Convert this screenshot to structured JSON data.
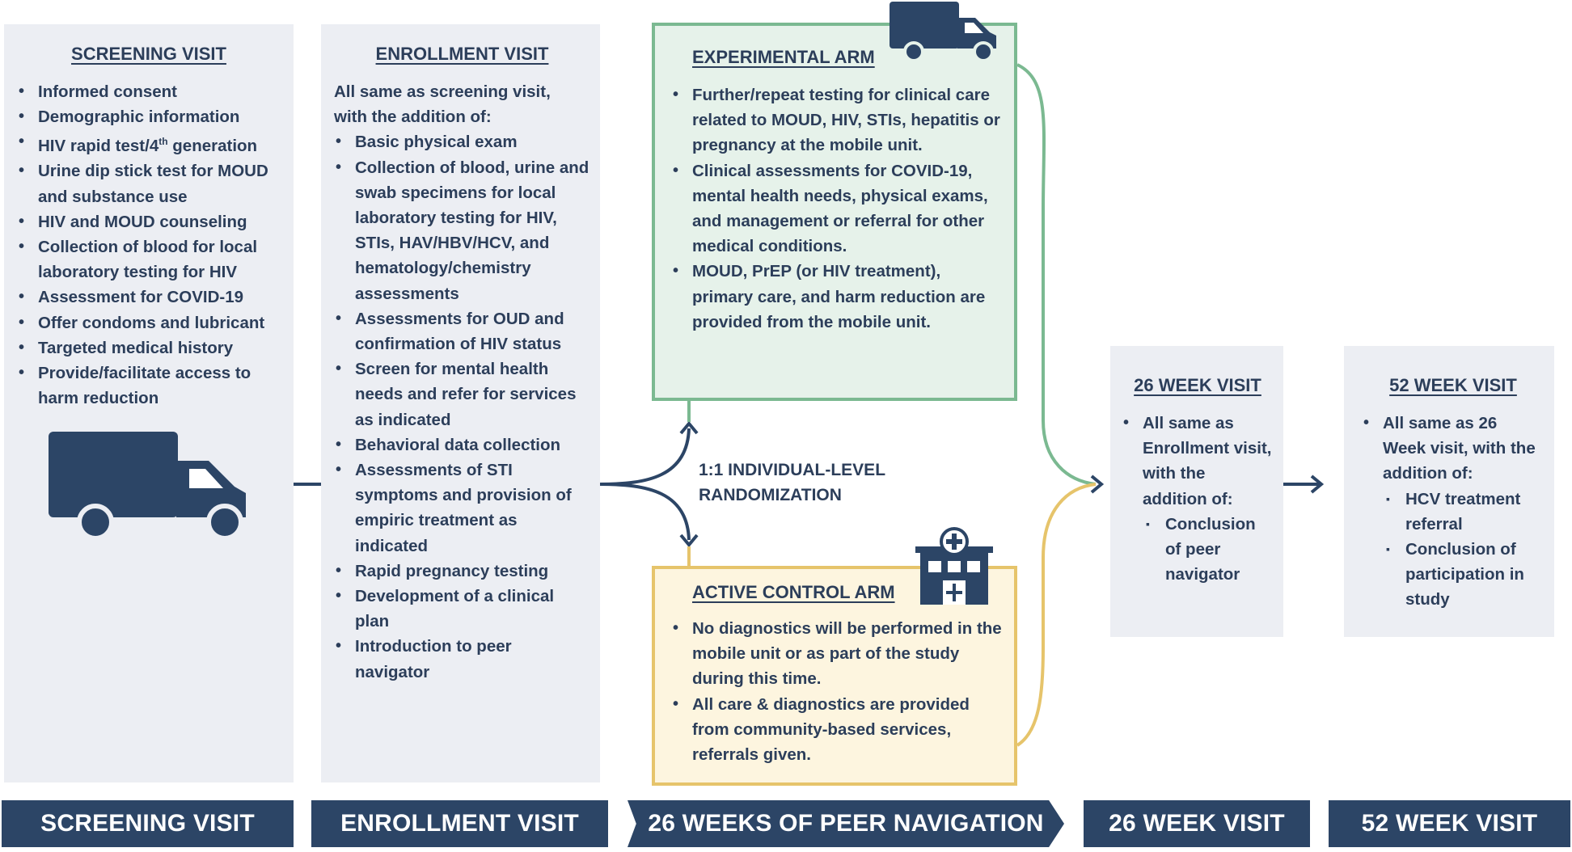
{
  "screening": {
    "title": "SCREENING VISIT",
    "items": [
      "Informed consent",
      "Demographic information",
      "HIV rapid test/4th generation",
      "Urine dip stick test for MOUD and substance use",
      "HIV and MOUD counseling",
      "Collection of blood for local laboratory testing for HIV",
      "Assessment for COVID-19",
      "Offer condoms and lubricant",
      "Targeted medical history",
      "Provide/facilitate access to harm reduction"
    ]
  },
  "enrollment": {
    "title": "ENROLLMENT VISIT",
    "intro": "All same as screening visit, with the addition of:",
    "items": [
      "Basic physical exam",
      "Collection of blood, urine and swab specimens for local laboratory testing for HIV, STIs, HAV/HBV/HCV, and hematology/chemistry assessments",
      "Assessments for OUD and confirmation of HIV status",
      "Screen for mental health needs and refer for services as indicated",
      "Behavioral data collection",
      "Assessments of STI symptoms and provision of empiric treatment as indicated",
      "Rapid pregnancy testing",
      "Development of a clinical plan",
      "Introduction to peer navigator"
    ]
  },
  "experimental": {
    "title": "EXPERIMENTAL ARM",
    "items": [
      "Further/repeat testing for clinical care related to MOUD, HIV, STIs, hepatitis or pregnancy at the mobile unit.",
      "Clinical assessments for COVID-19, mental health needs, physical exams, and management or referral for other medical conditions.",
      "MOUD, PrEP (or HIV treatment), primary care, and harm reduction are provided from the mobile unit."
    ]
  },
  "control": {
    "title": "ACTIVE CONTROL ARM",
    "items": [
      "No diagnostics will be performed in the mobile unit or as part of the study during this time.",
      "All care & diagnostics are provided from community-based services, referrals given."
    ]
  },
  "randomization": {
    "label_line1": "1:1 INDIVIDUAL-LEVEL",
    "label_line2": "RANDOMIZATION"
  },
  "week26": {
    "title": "26 WEEK VISIT",
    "item": "All same as Enrollment visit, with the addition of:",
    "subitems": [
      "Conclusion of peer navigator"
    ]
  },
  "week52": {
    "title": "52 WEEK VISIT",
    "item": "All same as 26 Week visit, with the addition of:",
    "subitems": [
      "HCV treatment referral",
      "Conclusion of participation in study"
    ]
  },
  "timeline": [
    "SCREENING VISIT",
    "ENROLLMENT VISIT",
    "26 WEEKS OF PEER NAVIGATION",
    "26 WEEK VISIT",
    "52 WEEK VISIT"
  ],
  "colors": {
    "navy": "#2c4566",
    "text": "#2c3e5a",
    "panel_gray": "#eceef3",
    "experimental_border": "#7bb991",
    "experimental_fill": "#e6f2ea",
    "control_border": "#e6c46b",
    "control_fill": "#fdf5df"
  },
  "icons": [
    "truck-icon",
    "truck-icon",
    "hospital-icon",
    "arrow-right-icon"
  ]
}
